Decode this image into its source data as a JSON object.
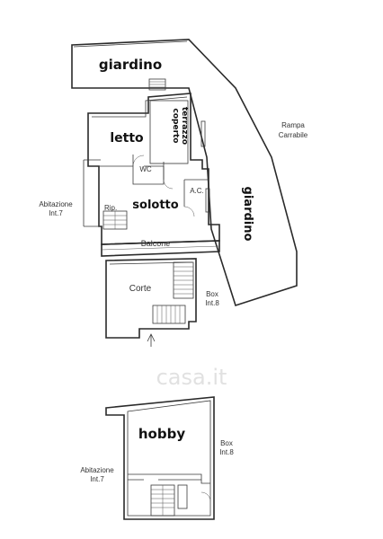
{
  "upper_floor": {
    "rooms": {
      "giardino_top": "giardino",
      "terrazzo": "terrazzo\ncoperto",
      "letto": "letto",
      "wc": "WC",
      "soggiorno": "solotto",
      "ac": "A.C.",
      "rip": "Rip.",
      "balcone": "Balcone",
      "corte": "Corte",
      "giardino_right": "giardino"
    },
    "labels": {
      "rampa": "Rampa",
      "carrabile": "Carrabile",
      "abitazione": "Abitazione",
      "int7": "Int.7",
      "box": "Box",
      "int8": "Int.8"
    }
  },
  "lower_floor": {
    "rooms": {
      "hobby": "hobby"
    },
    "labels": {
      "abitazione": "Abitazione",
      "int7": "Int.7",
      "box": "Box",
      "int8": "Int.8"
    }
  },
  "watermark": {
    "text": "casa.it"
  }
}
